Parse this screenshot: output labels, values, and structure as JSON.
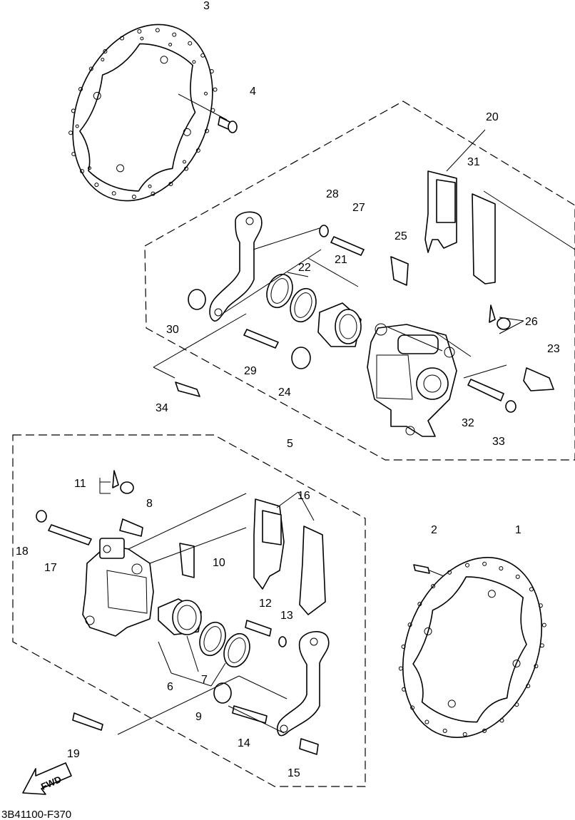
{
  "diagram_code": "3B41100-F370",
  "fwd_label": "FWD",
  "callouts": [
    {
      "id": "1"
    },
    {
      "id": "2"
    },
    {
      "id": "3"
    },
    {
      "id": "4"
    },
    {
      "id": "5"
    },
    {
      "id": "6"
    },
    {
      "id": "7"
    },
    {
      "id": "8"
    },
    {
      "id": "9"
    },
    {
      "id": "10"
    },
    {
      "id": "11"
    },
    {
      "id": "12"
    },
    {
      "id": "13"
    },
    {
      "id": "14"
    },
    {
      "id": "15"
    },
    {
      "id": "16"
    },
    {
      "id": "17"
    },
    {
      "id": "18"
    },
    {
      "id": "19"
    },
    {
      "id": "20"
    },
    {
      "id": "21"
    },
    {
      "id": "22"
    },
    {
      "id": "23"
    },
    {
      "id": "24"
    },
    {
      "id": "25"
    },
    {
      "id": "26"
    },
    {
      "id": "27"
    },
    {
      "id": "28"
    },
    {
      "id": "29"
    },
    {
      "id": "30"
    },
    {
      "id": "31"
    },
    {
      "id": "32"
    },
    {
      "id": "33"
    },
    {
      "id": "34"
    }
  ]
}
